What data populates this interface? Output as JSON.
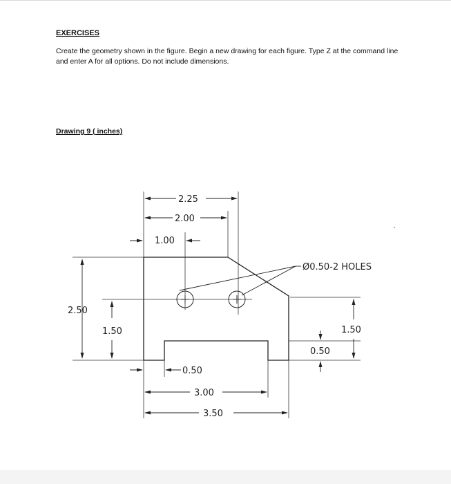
{
  "document": {
    "heading": "EXERCISES",
    "instructions": "Create the geometry shown in the figure.  Begin a new drawing for each figure.  Type Z at the command line and enter A for all options.  Do not include dimensions.",
    "subheading": "Drawing 9 ( inches)"
  },
  "drawing": {
    "dimensions": {
      "overall_top": "2.25",
      "hole_spacing_top": "2.00",
      "first_hole": "1.00",
      "holes_note": "Ø0.50-2 HOLES",
      "left_height": "2.50",
      "left_hole_height": "1.50",
      "right_hole_height": "1.50",
      "slot_depth": "0.50",
      "slot_offset": "0.50",
      "slot_width": "3.00",
      "overall_width": "3.50"
    }
  }
}
